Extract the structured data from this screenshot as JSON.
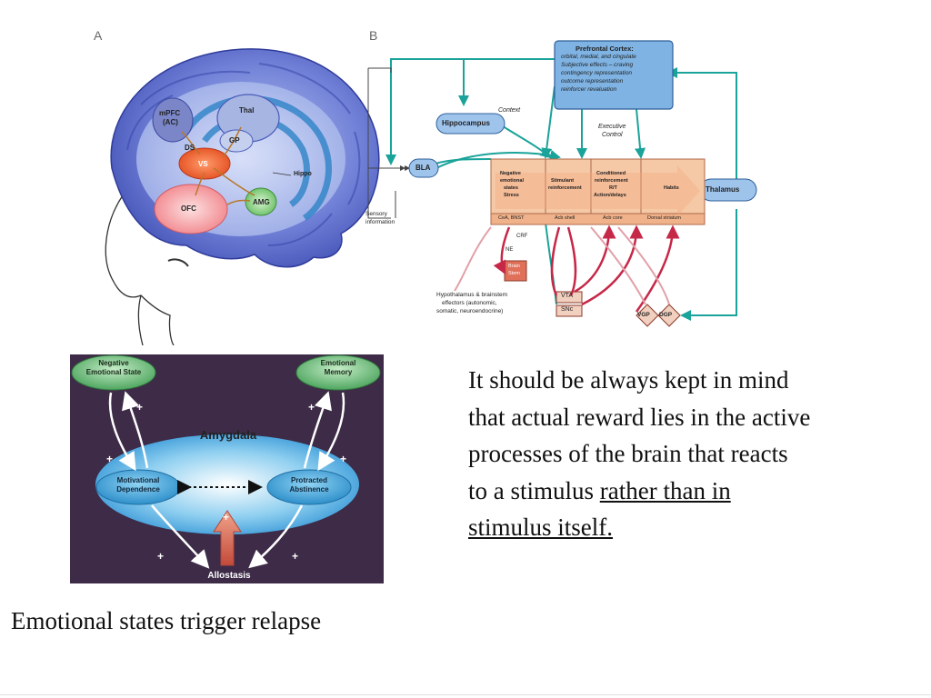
{
  "panel_a": {
    "panel_letter": "A",
    "labels": {
      "mpfc": "mPFC",
      "ac": "(AC)",
      "thal": "Thal",
      "gp": "GP",
      "ds": "DS",
      "vs": "VS",
      "ofc": "OFC",
      "amg": "AMG",
      "hippo": "Hippo"
    }
  },
  "panel_b": {
    "panel_letter": "B",
    "pfc_title": "Prefrontal Cortex:",
    "pfc_lines": [
      "orbital, medial, and cingulate",
      "Subjective effects – craving",
      "contingency representation",
      "outcome representation",
      "reinforcer revaluation"
    ],
    "context": "Context",
    "hippocampus": "Hippocampus",
    "executive_control": [
      "Executive",
      "Control"
    ],
    "bla": "BLA",
    "thalamus": "Thalamus",
    "sensory": [
      "Sensory",
      "information"
    ],
    "box1": [
      "Negative",
      "emotional",
      "states",
      "Stress"
    ],
    "box1_sub": "CeA, BNST",
    "box2": [
      "Stimulant",
      "reinforcement"
    ],
    "box2_sub": "Acb shell",
    "box3": [
      "Conditioned",
      "reinforcement",
      "R/T",
      "Action/delays"
    ],
    "box3_sub": "Acb core",
    "box4": [
      "Habits"
    ],
    "box4_sub": "Dorsal striatum",
    "crf": "CRF",
    "ne": "NE",
    "brainstem_box": [
      "Brain",
      "Stem"
    ],
    "hypothalamus": [
      "Hypothalamus & brainstem",
      "effectors (autonomic,",
      "somatic, neuroendocrine)"
    ],
    "vta": "VTA",
    "snc": "SNc",
    "vgp": "VGP",
    "dgp": "DGP"
  },
  "amygdala_diagram": {
    "negative_emotional_state": [
      "Negative",
      "Emotional State"
    ],
    "emotional_memory": [
      "Emotional",
      "Memory"
    ],
    "amygdala": "Amygdala",
    "motivational_dependence": [
      "Motivational",
      "Dependence"
    ],
    "protracted_abstinence": [
      "Protracted",
      "Abstinence"
    ],
    "allostasis": "Allostasis",
    "plus": "+"
  },
  "caption": "Emotional states trigger relapse",
  "note": {
    "text_lines": [
      "It should be always kept in mind",
      "that actual reward lies in the active",
      "processes of the brain that reacts"
    ],
    "line4_plain": "to a stimulus ",
    "line4_underlined": "rather than in",
    "line5_underlined": "stimulus itself."
  },
  "colors": {
    "amygdala_background": "#3d2b47",
    "brain_blue": "#5566c8",
    "oval_green": "#5fb06f",
    "teal_arrow": "#1aa39a",
    "red_arrow": "#c62848",
    "striatum_box": "#f5c8a6"
  }
}
